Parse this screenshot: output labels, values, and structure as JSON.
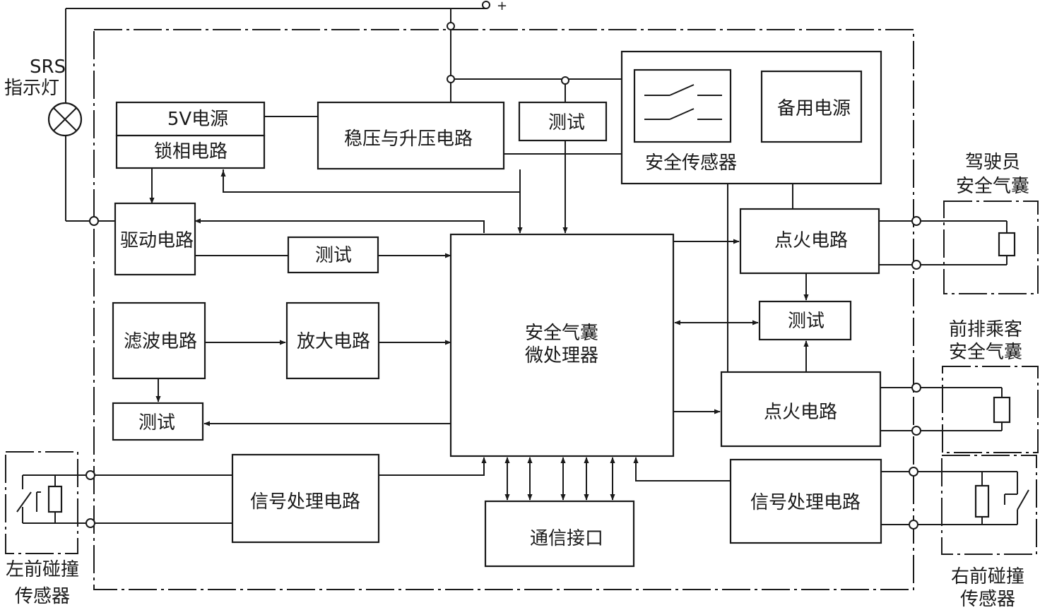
{
  "colors": {
    "ink": "#1a1a1a",
    "background": "#ffffff"
  },
  "labels": {
    "plus": "+",
    "srs_line1": "SRS",
    "srs_line2": "指示灯",
    "power_5v": "5V电源",
    "pll": "锁相电路",
    "regulator": "稳压与升压电路",
    "test_top": "测试",
    "backup_power": "备用电源",
    "safety_sensor": "安全传感器",
    "driver_circuit": "驱动电路",
    "test_driver": "测试",
    "filter_circuit": "滤波电路",
    "amplifier_circuit": "放大电路",
    "test_filter": "测试",
    "mcu_line1": "安全气囊",
    "mcu_line2": "微处理器",
    "ignition_upper": "点火电路",
    "test_ignition": "测试",
    "ignition_lower": "点火电路",
    "signal_left": "信号处理电路",
    "comm_interface": "通信接口",
    "signal_right": "信号处理电路",
    "driver_airbag_line1": "驾驶员",
    "driver_airbag_line2": "安全气囊",
    "passenger_airbag_line1": "前排乘客",
    "passenger_airbag_line2": "安全气囊",
    "left_sensor_line1": "左前碰撞",
    "left_sensor_line2": "传感器",
    "right_sensor_line1": "右前碰撞",
    "right_sensor_line2": "传感器"
  }
}
